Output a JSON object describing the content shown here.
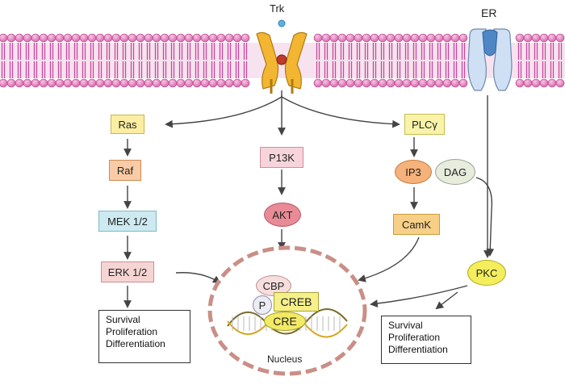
{
  "receptors": {
    "trk_label": "Trk",
    "er_label": "ER"
  },
  "pathway_ras": {
    "ras": "Ras",
    "raf": "Raf",
    "mek": "MEK 1/2",
    "erk": "ERK 1/2"
  },
  "pathway_pi3k": {
    "pi3k": "P13K",
    "akt": "AKT"
  },
  "pathway_plc": {
    "plc": "PLCγ",
    "ip3": "IP3",
    "camk": "CamK",
    "dag": "DAG",
    "pkc": "PKC"
  },
  "nucleus": {
    "label": "Nucleus",
    "cbp": "CBP",
    "p": "P",
    "creb": "CREB",
    "cre": "CRE"
  },
  "outcome_left": {
    "line1": "Survival",
    "line2": "Proliferation",
    "line3": "Differentiation"
  },
  "outcome_right": {
    "line1": "Survival",
    "line2": "Proliferation",
    "line3": "Differentiation"
  },
  "colors": {
    "membrane": "#c8479e",
    "bead_top": "#f2a6cf",
    "trk": "#f2b632",
    "er": "#cfe0f4",
    "ras_box": "#fbeea2",
    "raf_box": "#f9cba6",
    "mek_box": "#cdeaf1",
    "erk_box": "#f7d4d4",
    "pi3k_box": "#f7d4dc",
    "akt_oval": "#e98a97",
    "plc_box": "#f8f3a8",
    "ip3_oval": "#f5b27a",
    "camk_box": "#f8cf86",
    "dag_oval": "#e7ecdd",
    "pkc_oval": "#f4ee5c",
    "cbp_oval": "#f7dede",
    "creb_box": "#f5f08a",
    "cre_oval": "#f2ea64"
  }
}
